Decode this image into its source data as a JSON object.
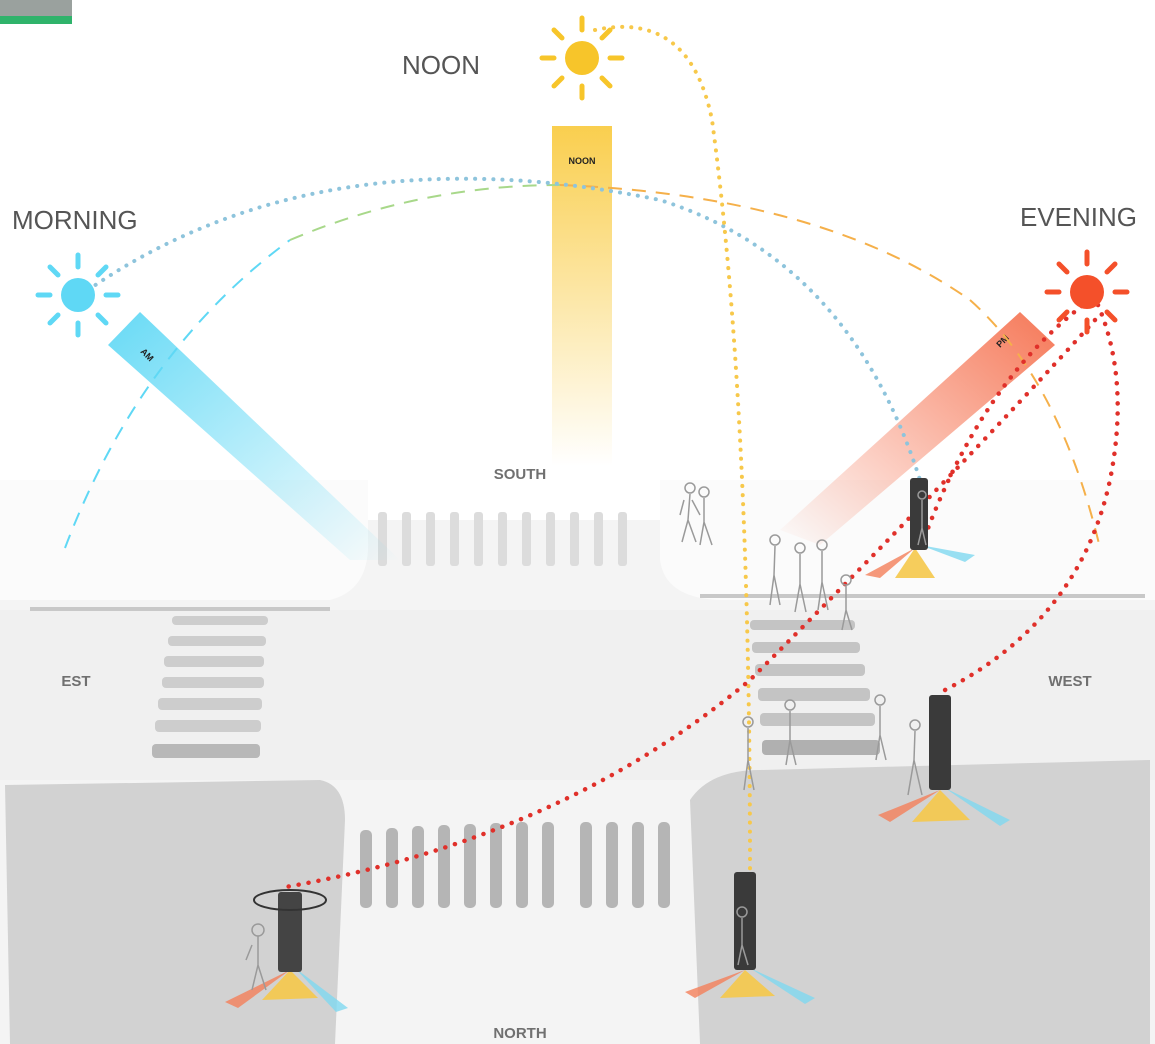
{
  "labels": {
    "morning": "MORNING",
    "noon": "NOON",
    "evening": "EVENING"
  },
  "directions": {
    "south": "SOUTH",
    "north": "NORTH",
    "east": "EST",
    "west": "WEST"
  },
  "beams": {
    "am": "AM",
    "noon": "NOON",
    "pm": "PM"
  },
  "colors": {
    "morning": "#5fd8f5",
    "noon": "#f7c52a",
    "evening": "#f4502a",
    "path_morning": "#8ec4dc",
    "path_noon": "#f7c84a",
    "path_evening": "#e0302a",
    "arc_green": "#a8d88a",
    "arc_orange": "#f5b04a"
  },
  "icons": [
    "sun-icon",
    "pedestrian-figure",
    "totem-kiosk"
  ]
}
